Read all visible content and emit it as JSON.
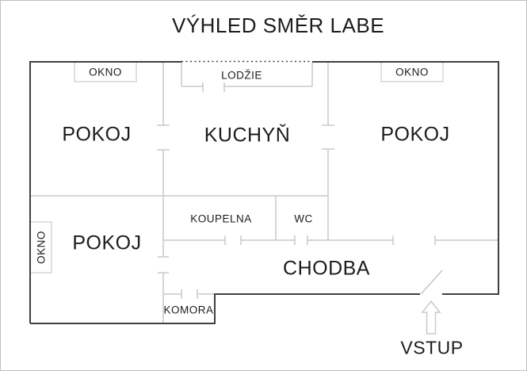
{
  "title": "VÝHLED SMĚR LABE",
  "colors": {
    "wall_outer": "#3f3f3f",
    "wall_inner": "#c9c9c9",
    "wall_faint": "#d6d6d6",
    "text": "#1c1c1c",
    "frame": "#c0c0c0",
    "bg": "#ffffff"
  },
  "rooms": {
    "pokoj_top_left": "POKOJ",
    "kuchyn": "KUCHYŇ",
    "pokoj_top_right": "POKOJ",
    "pokoj_bottom": "POKOJ",
    "koupelna": "KOUPELNA",
    "wc": "WC",
    "chodba": "CHODBA",
    "komora": "KOMORA",
    "lodzie": "LODŽIE"
  },
  "windows": {
    "top_left": "OKNO",
    "top_right": "OKNO",
    "left": "OKNO"
  },
  "entrance": {
    "label": "VSTUP"
  }
}
